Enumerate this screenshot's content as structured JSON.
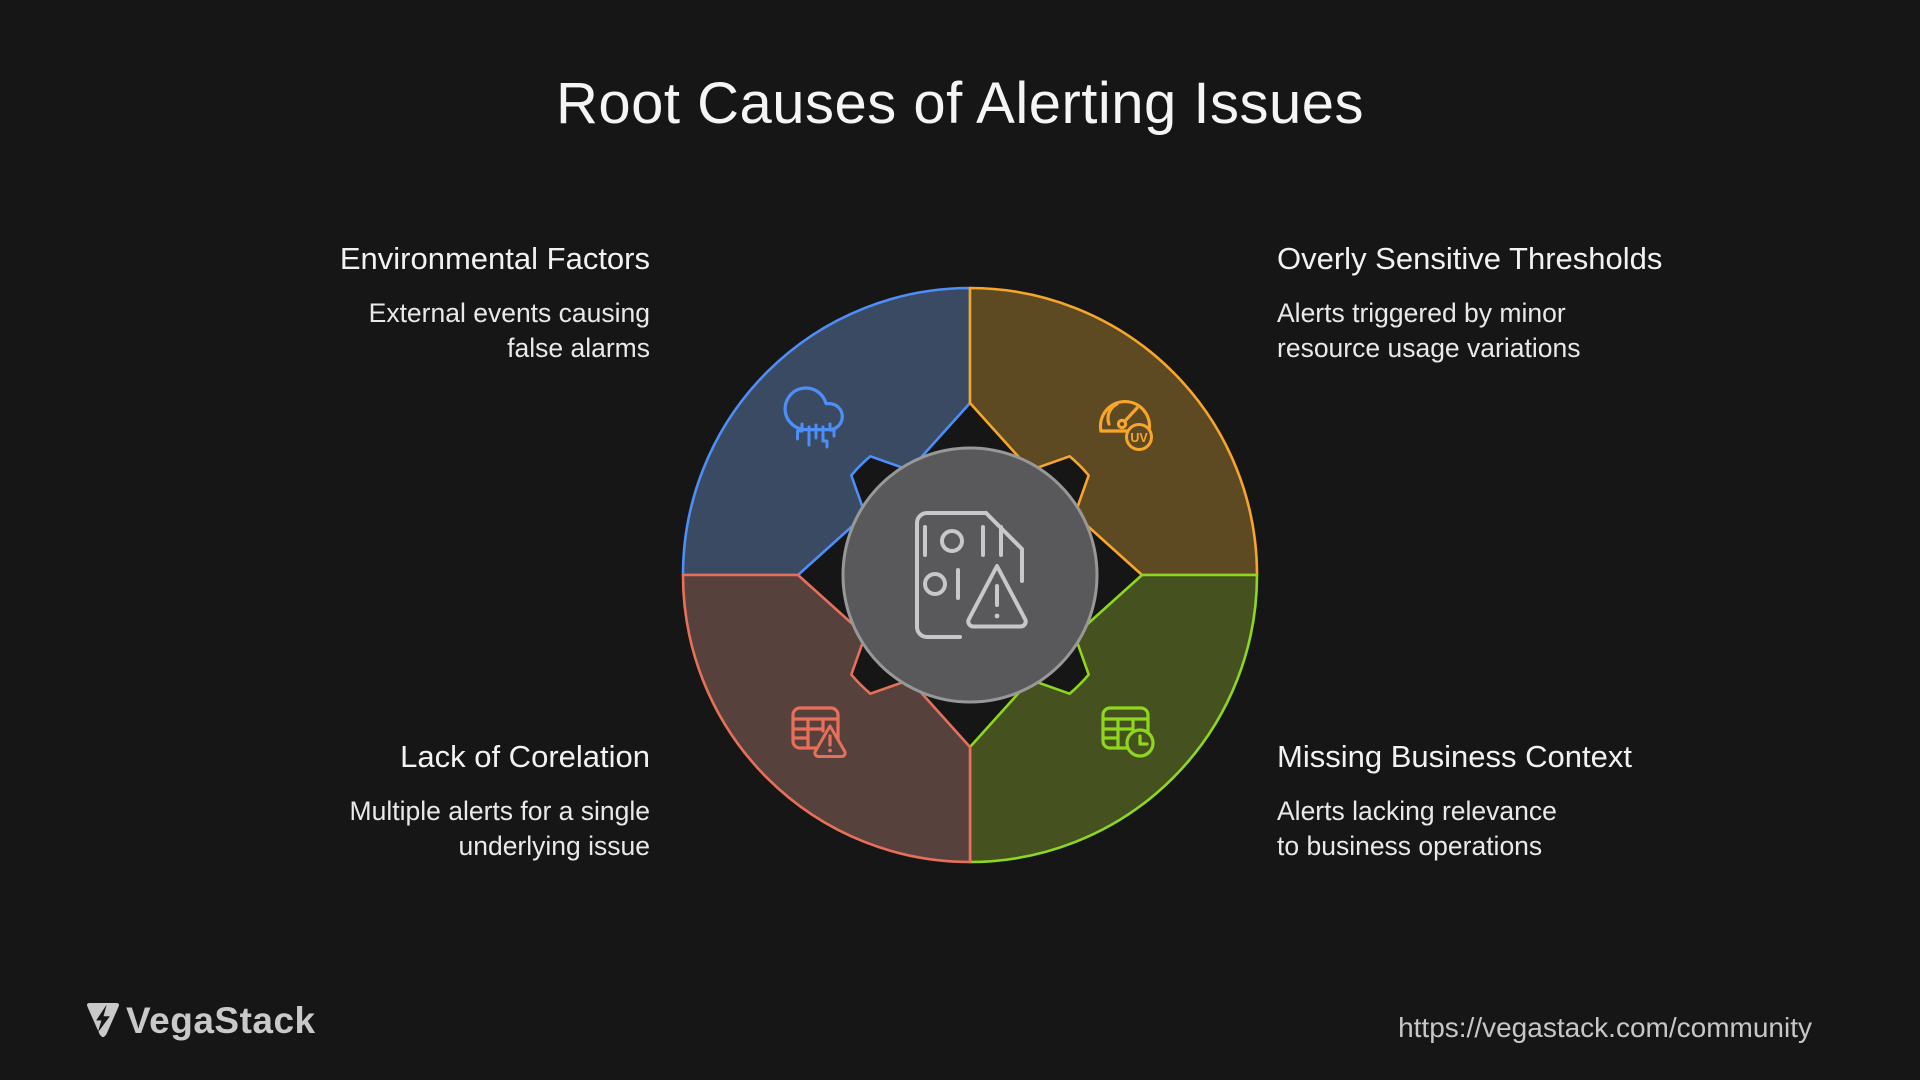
{
  "title": "Root Causes of Alerting Issues",
  "background": "#161616",
  "quadrants": [
    {
      "name": "environmental-factors",
      "position": "top-left",
      "heading": "Environmental Factors",
      "desc_lines": [
        "External events causing",
        "false alarms"
      ],
      "stroke": "#4e8ef7",
      "fill": "#3a4a62",
      "icon": "cloud-circuit-icon"
    },
    {
      "name": "overly-sensitive-thresholds",
      "position": "top-right",
      "heading": "Overly Sensitive Thresholds",
      "desc_lines": [
        "Alerts triggered by minor",
        "resource usage variations"
      ],
      "stroke": "#f7a62b",
      "fill": "#5e4a22",
      "icon": "gauge-uv-icon",
      "badge_text": "UV"
    },
    {
      "name": "lack-of-corelation",
      "position": "bottom-left",
      "heading": "Lack of Corelation",
      "desc_lines": [
        "Multiple alerts for a single",
        "underlying issue"
      ],
      "stroke": "#e8705b",
      "fill": "#56413d",
      "icon": "table-alert-icon"
    },
    {
      "name": "missing-business-context",
      "position": "bottom-right",
      "heading": "Missing Business Context",
      "desc_lines": [
        "Alerts lacking relevance",
        "to business operations"
      ],
      "stroke": "#8ed71e",
      "fill": "#45511f",
      "icon": "table-clock-icon"
    }
  ],
  "center": {
    "icon": "binary-document-alert-icon",
    "fill": "#59595b",
    "stroke": "#989898",
    "icon_color": "#c8c8c8"
  },
  "footer": {
    "brand": "VegaStack",
    "url": "https://vegastack.com/community"
  }
}
